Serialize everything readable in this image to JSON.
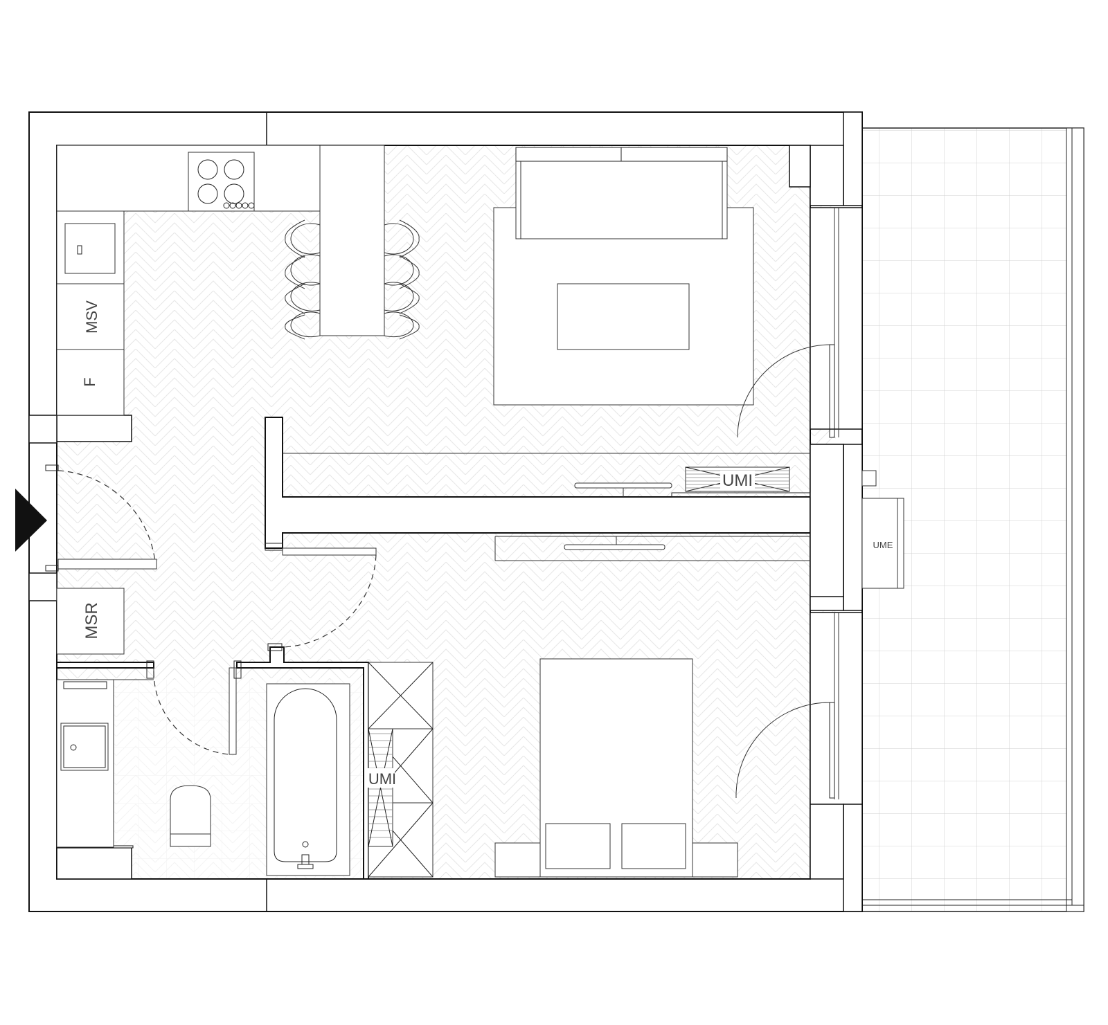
{
  "plan": {
    "labels": {
      "msv": "MSV",
      "f": "F",
      "msr": "MSR",
      "umi_living": "UMI",
      "umi_bedroom": "UMI",
      "ume": "UME"
    }
  }
}
